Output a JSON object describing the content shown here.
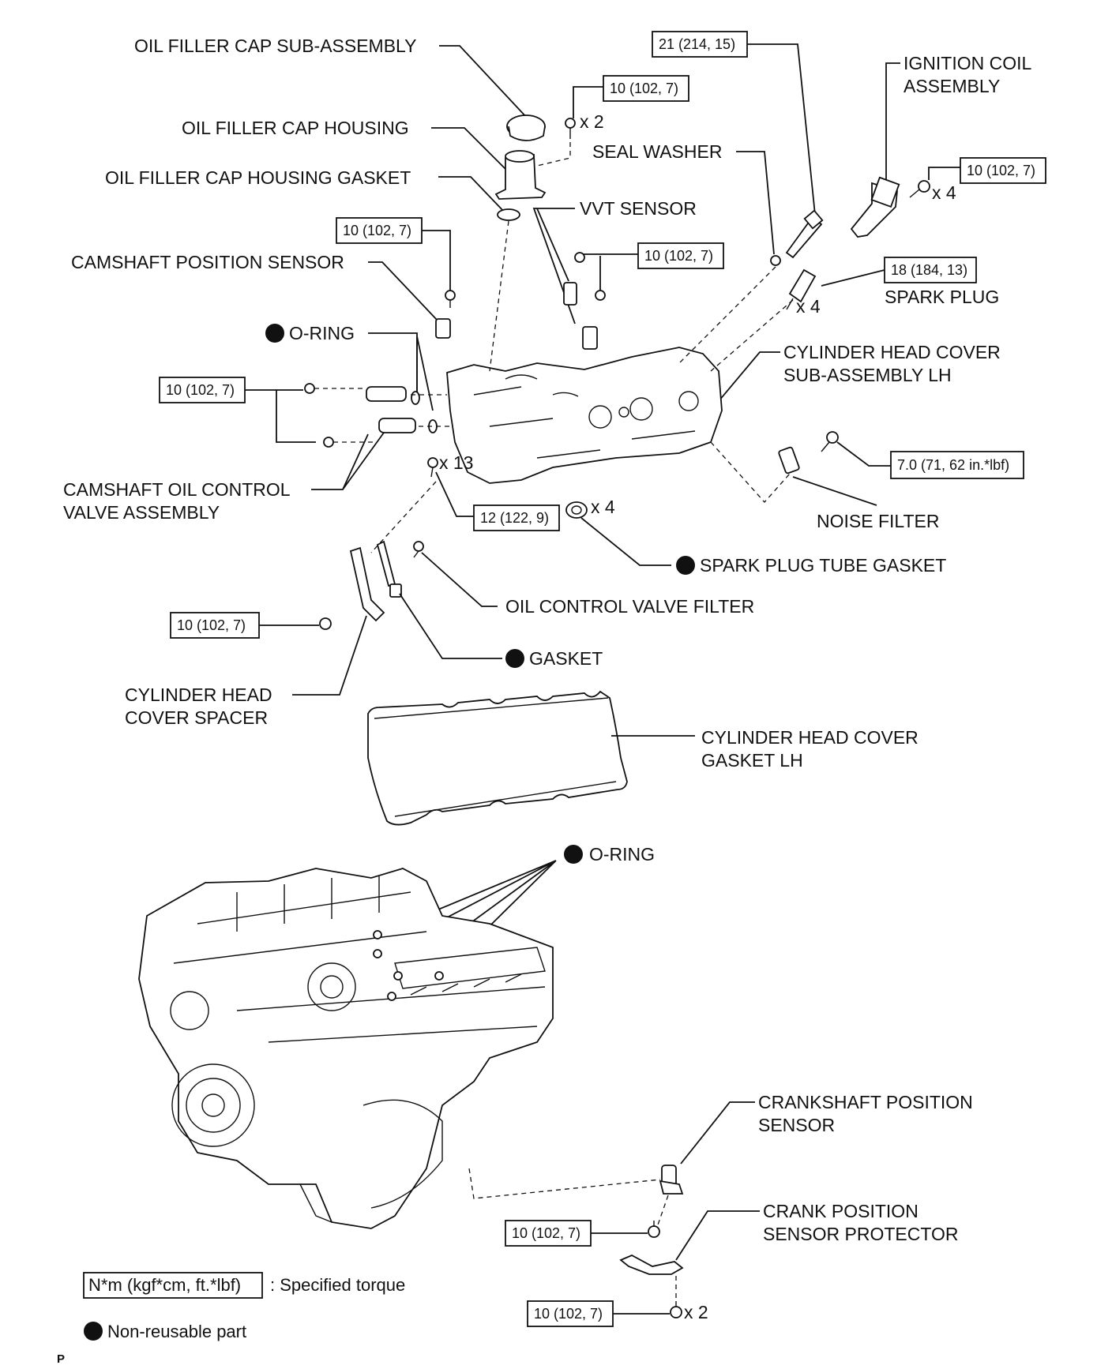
{
  "labels": {
    "oil_filler_cap": "OIL FILLER CAP SUB-ASSEMBLY",
    "oil_filler_housing": "OIL FILLER CAP HOUSING",
    "oil_filler_gasket": "OIL FILLER CAP HOUSING GASKET",
    "seal_washer": "SEAL WASHER",
    "ignition_coil_1": "IGNITION COIL",
    "ignition_coil_2": "ASSEMBLY",
    "vvt_sensor": "VVT SENSOR",
    "camshaft_position_sensor": "CAMSHAFT POSITION SENSOR",
    "spark_plug": "SPARK PLUG",
    "o_ring_top": "O-RING",
    "cyl_head_cover_1": "CYLINDER HEAD COVER",
    "cyl_head_cover_2": "SUB-ASSEMBLY LH",
    "camshaft_ocv_1": "CAMSHAFT OIL CONTROL",
    "camshaft_ocv_2": "VALVE ASSEMBLY",
    "noise_filter": "NOISE FILTER",
    "spark_plug_tube_gasket": "SPARK PLUG TUBE GASKET",
    "ocv_filter": "OIL CONTROL VALVE FILTER",
    "gasket": "GASKET",
    "spacer_1": "CYLINDER HEAD",
    "spacer_2": "COVER SPACER",
    "cover_gasket_1": "CYLINDER HEAD COVER",
    "cover_gasket_2": "GASKET LH",
    "o_ring_engine": "O-RING",
    "crank_sensor_1": "CRANKSHAFT POSITION",
    "crank_sensor_2": "SENSOR",
    "crank_protector_1": "CRANK POSITION",
    "crank_protector_2": "SENSOR PROTECTOR"
  },
  "torques": {
    "coil_bolt_top": "21 (214, 15)",
    "housing_bolt": "10 (102, 7)",
    "ignition_bolt": "10 (102, 7)",
    "cam_sensor_bolt": "10 (102, 7)",
    "vvt_bolt": "10 (102, 7)",
    "spark_plug": "18 (184, 13)",
    "ocv_bolt": "10 (102, 7)",
    "noise_filter": "7.0 (71, 62 in.*lbf)",
    "cover_bolt": "12 (122, 9)",
    "spacer_bolt": "10 (102, 7)",
    "crank_sensor_bolt": "10 (102, 7)",
    "protector_bolt": "10 (102, 7)"
  },
  "quantities": {
    "housing_bolts": "x 2",
    "ignition_bolts": "x 4",
    "spark_plugs": "x 4",
    "cover_bolts": "x 13",
    "tube_gaskets": "x 4",
    "protector_bolts": "x 2"
  },
  "legend": {
    "torque_box": "N*m (kgf*cm, ft.*lbf)",
    "torque_desc": ": Specified torque",
    "non_reusable": "Non-reusable part"
  },
  "corner_mark": "P"
}
